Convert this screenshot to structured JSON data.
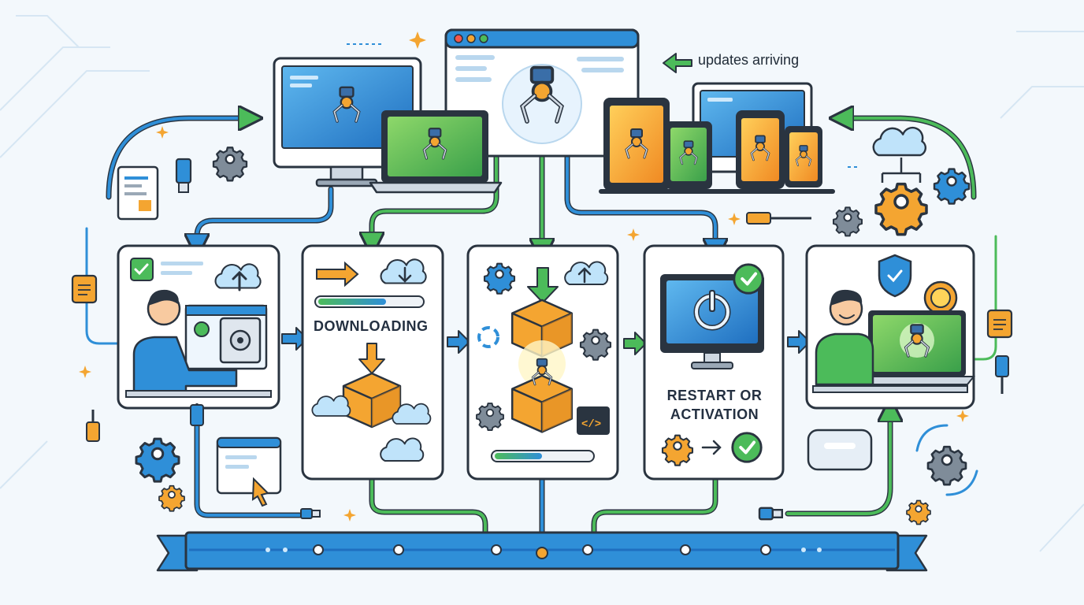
{
  "captions": {
    "updates_arriving": "updates arriving",
    "downloading": "DOWNLOADING",
    "restart_line1": "RESTART OR",
    "restart_line2": "ACTIVATION"
  },
  "colors": {
    "outline": "#2a3440",
    "blue": "#2f8fd8",
    "light_blue": "#7cc4f0",
    "green": "#4cbb5a",
    "orange": "#f4a531",
    "background": "#f3f8fc"
  },
  "icons": [
    "robot-claw-icon",
    "gear-icon",
    "cloud-icon",
    "usb-plug-icon",
    "shield-icon",
    "award-ribbon-icon",
    "power-icon",
    "check-icon",
    "code-icon",
    "cursor-icon",
    "document-icon",
    "box-icon"
  ]
}
